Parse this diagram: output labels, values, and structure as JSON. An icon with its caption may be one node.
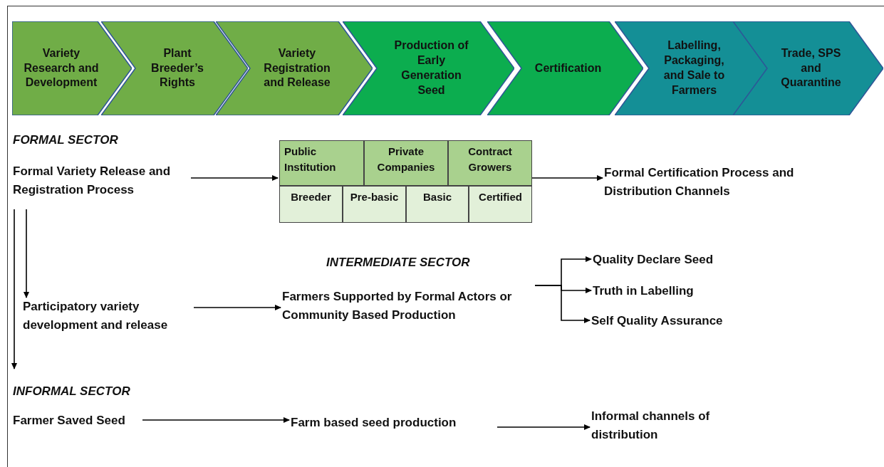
{
  "diagram": {
    "nodes": [
      {
        "text": [
          "Variety Research and Development"
        ]
      },
      {
        "text": [
          "Plant Breeder’s Rights"
        ]
      },
      {
        "text": [
          "Variety Registration and Release"
        ]
      },
      {
        "text": [
          "Production of Early Generation Seed"
        ]
      },
      {
        "text": [
          "Certification"
        ]
      },
      {
        "text": [
          "Labelling, Packaging, and Sale to Farmers"
        ]
      },
      {
        "text": [
          "Trade, SPS and Quarantine"
        ]
      },
      {
        "text": [
          "Formal Variety Release and Registration Process"
        ]
      },
      {
        "text": [],
        "shape": "box"
      },
      {
        "text": [
          "Public Institution"
        ],
        "in": 8
      },
      {
        "text": [
          "Private Companies"
        ],
        "in": 8
      },
      {
        "text": [
          "Contract Growers"
        ],
        "in": 8
      },
      {
        "text": [
          "Breeder"
        ],
        "in": 8
      },
      {
        "text": [
          "Pre-basic"
        ],
        "in": 8
      },
      {
        "text": [
          "Basic"
        ],
        "in": 8
      },
      {
        "text": [
          "Certified"
        ],
        "in": 8
      },
      {
        "text": [
          "Formal Certification Process and Distribution Channels"
        ]
      },
      {
        "text": [
          "Participatory variety development and release"
        ]
      },
      {
        "text": [
          "Farmers Supported by Formal Actors or Community Based Production"
        ]
      },
      {
        "text": [
          "Quality Declare Seed"
        ]
      },
      {
        "text": [
          "Truth in Labelling"
        ]
      },
      {
        "text": [
          "Self Quality Assurance"
        ]
      },
      {
        "text": [
          "Farmer Saved Seed"
        ]
      },
      {
        "text": [
          "Farm based seed production"
        ]
      },
      {
        "text": [
          "Informal channels of distribution"
        ]
      }
    ],
    "edges": [
      {
        "from": 7,
        "to": 8,
        "arrow": "to"
      },
      {
        "from": 8,
        "to": 16,
        "arrow": "to"
      },
      {
        "from": 7,
        "to": 17,
        "arrow": "to"
      },
      {
        "from": 7,
        "to": null,
        "arrow": "to"
      },
      {
        "from": 17,
        "to": 18,
        "arrow": "to"
      },
      {
        "from": 18,
        "to": 19,
        "arrow": "to"
      },
      {
        "from": 18,
        "to": 20,
        "arrow": "to"
      },
      {
        "from": 18,
        "to": 21,
        "arrow": "to"
      },
      {
        "from": 22,
        "to": 23,
        "arrow": "to"
      },
      {
        "from": 23,
        "to": 24,
        "arrow": "to"
      }
    ],
    "labels": [
      "FORMAL SECTOR",
      "INTERMEDIATE SECTOR",
      "INFORMAL SECTOR"
    ]
  }
}
